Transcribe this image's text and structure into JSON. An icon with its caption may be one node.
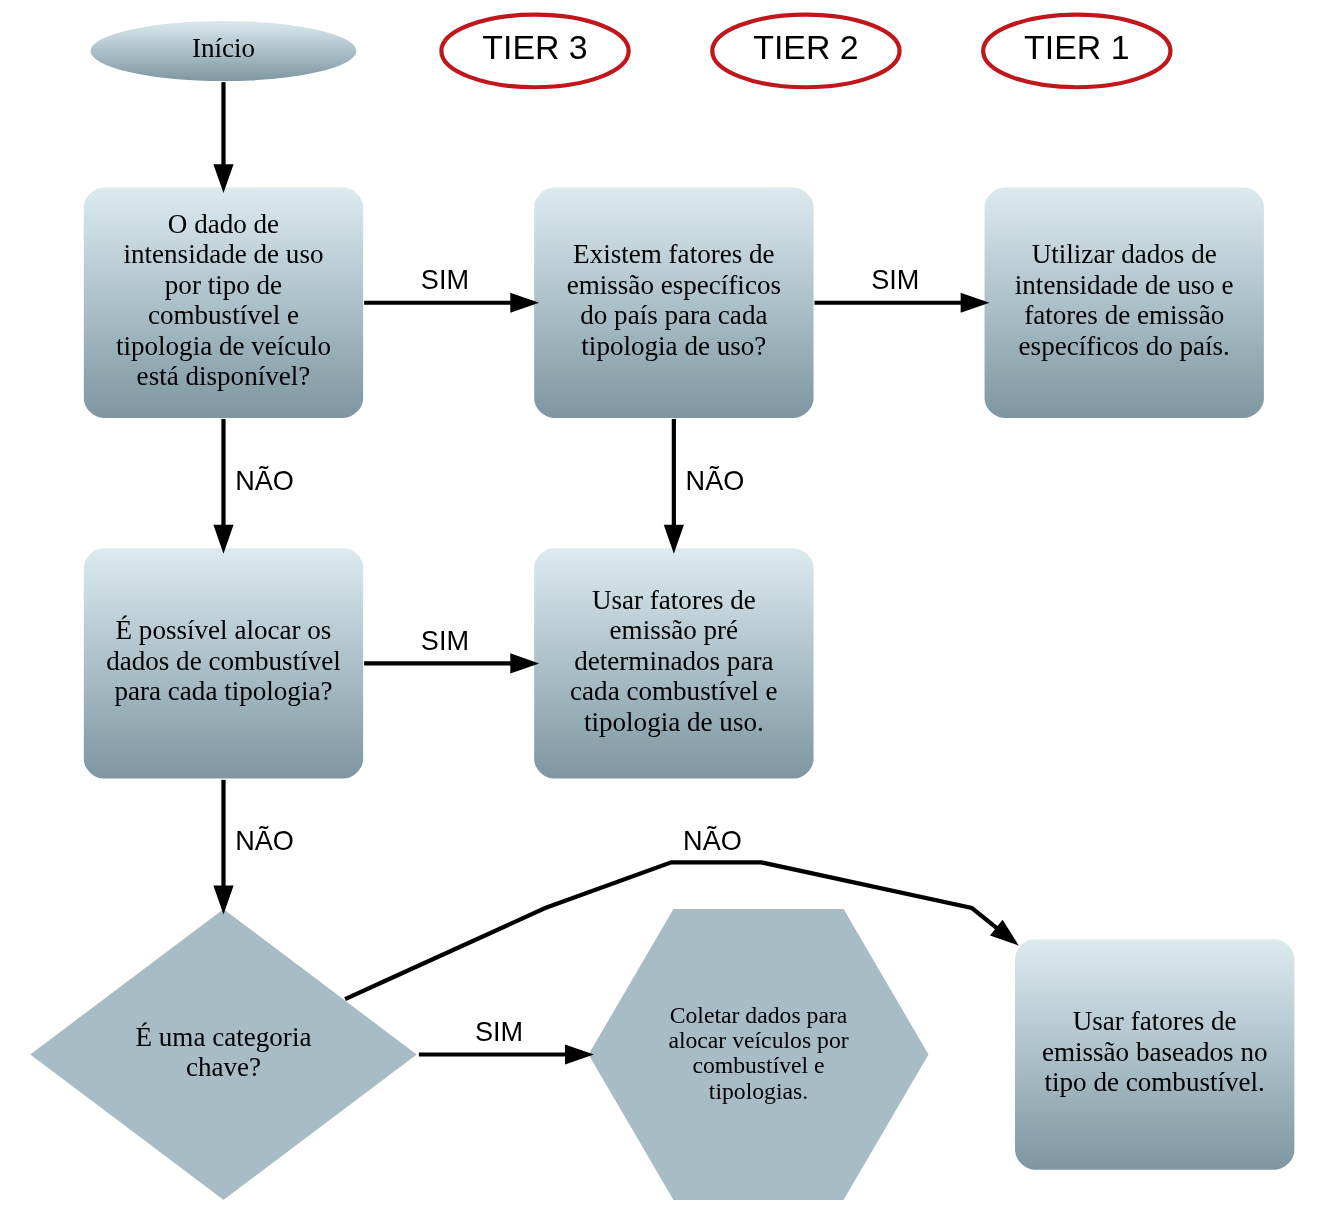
{
  "diagram": {
    "nodes": [
      {
        "text": [
          "Início"
        ]
      },
      {
        "text": [
          "TIER 3"
        ]
      },
      {
        "text": [
          "O dado de intensidade de uso por tipo de combustível e tipologia de veículo está disponível?"
        ]
      },
      {
        "text": [
          "Existem fatores de emissão específicos do país para cada tipologia de uso?"
        ]
      },
      {
        "text": [
          "Utilizar dados de intensidade de uso e fatores de emissão específicos do país."
        ]
      },
      {
        "text": [
          "TIER 2"
        ]
      },
      {
        "text": [
          "Usar fatores de emissão pré determinados para cada combustível e tipologia de uso."
        ]
      },
      {
        "text": [
          "É possível alocar os dados de combustível para cada tipologia?"
        ]
      },
      {
        "text": [
          "TIER 1"
        ]
      },
      {
        "text": [
          "Usar fatores de emissão baseados no tipo de combustível."
        ]
      },
      {
        "text": [
          "É uma categoria chave?"
        ]
      },
      {
        "text": [
          "Coletar dados para alocar veículos por combustível e tipologias."
        ]
      }
    ],
    "edges": [
      {
        "from": 0,
        "to": 2,
        "arrow": "to"
      },
      {
        "from": 2,
        "to": 3,
        "arrow": "to",
        "label": "SIM"
      },
      {
        "from": 3,
        "to": 4,
        "arrow": "to",
        "label": "SIM"
      },
      {
        "from": 3,
        "to": 6,
        "arrow": "to",
        "label": "NÃO"
      },
      {
        "from": 2,
        "to": 7,
        "arrow": "to",
        "label": "NÃO"
      },
      {
        "from": 7,
        "to": 6,
        "arrow": "to",
        "label": "SIM"
      },
      {
        "from": 7,
        "to": 10,
        "arrow": "to",
        "label": "NÃO"
      },
      {
        "from": 10,
        "to": 9,
        "arrow": "to",
        "label": "NÃO"
      },
      {
        "from": 10,
        "to": 11,
        "arrow": "to",
        "label": "SIM"
      }
    ]
  }
}
